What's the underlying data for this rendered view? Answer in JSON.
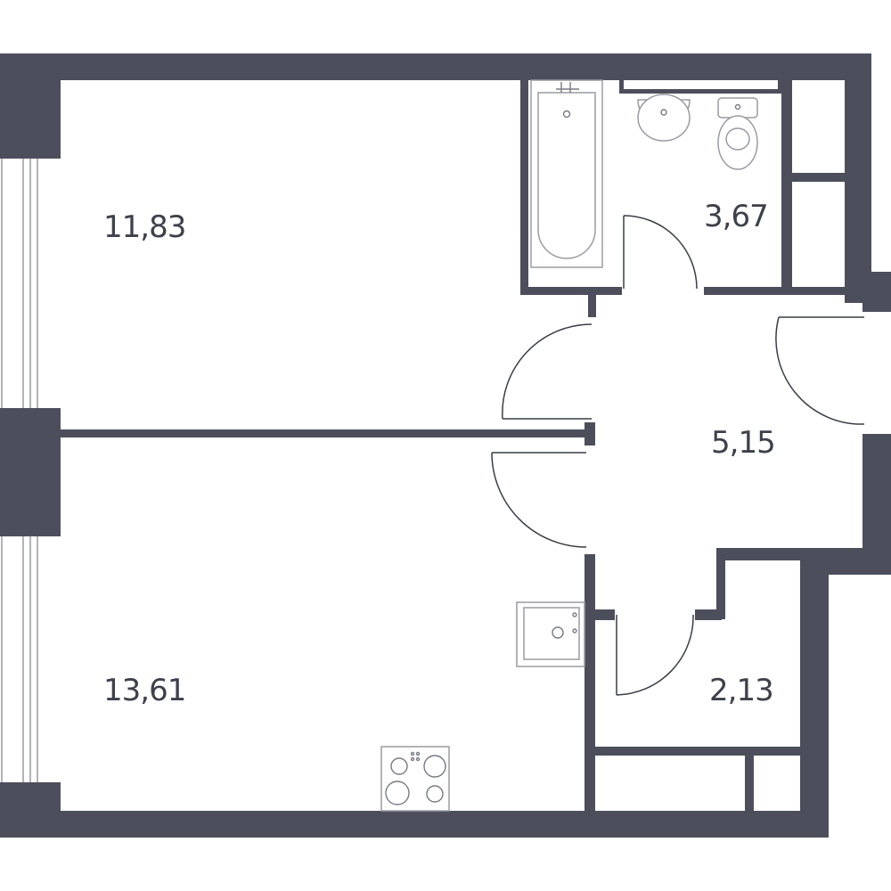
{
  "rooms": {
    "bedroom": {
      "area": "11,83"
    },
    "bathroom": {
      "area": "3,67"
    },
    "hallway": {
      "area": "5,15"
    },
    "kitchen_living": {
      "area": "13,61"
    },
    "storage": {
      "area": "2,13"
    }
  },
  "colors": {
    "wall": "#4c4f5b",
    "text": "#3e414b",
    "fixture": "#9a9ca3",
    "background": "#ffffff"
  }
}
